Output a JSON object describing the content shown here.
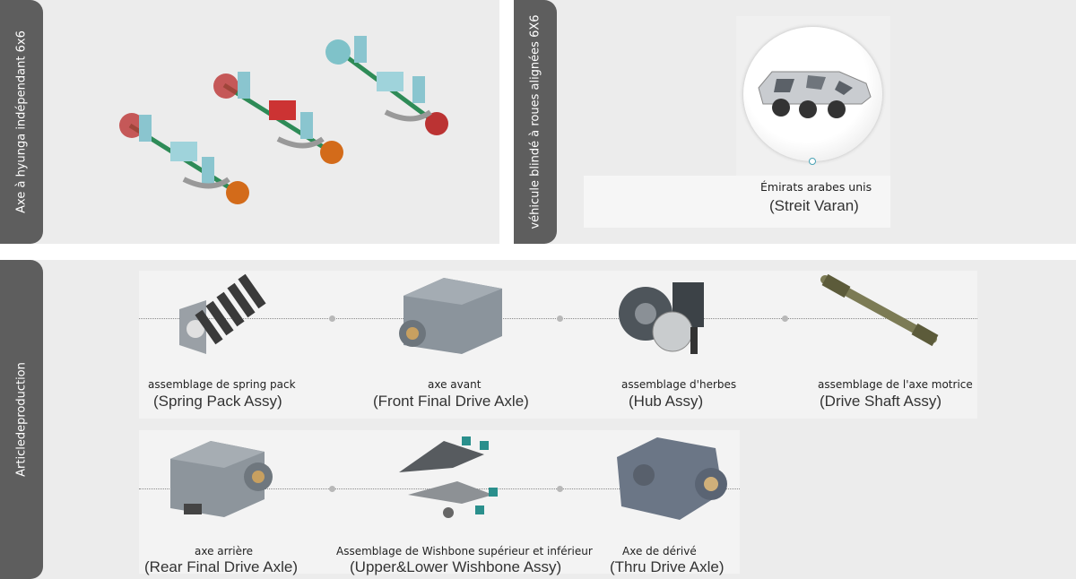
{
  "top_left": {
    "tab_label": "Axe à hyunga indépendant 6x6"
  },
  "top_right": {
    "tab_label": "véhicule blindé à roues alignées 6X6",
    "vehicle_country": "Émirats arabes unis",
    "vehicle_name": "(Streit Varan)"
  },
  "production": {
    "tab_label": "Articledeproduction",
    "row1": [
      {
        "fr": "assemblage de spring pack",
        "en": "(Spring Pack Assy)"
      },
      {
        "fr": "axe avant",
        "en": "(Front Final Drive Axle)"
      },
      {
        "fr": "assemblage d'herbes",
        "en": "(Hub Assy)"
      },
      {
        "fr": "assemblage de l'axe motrice",
        "en": "(Drive Shaft Assy)"
      }
    ],
    "row2": [
      {
        "fr": "axe arrière",
        "en": "(Rear Final Drive Axle)"
      },
      {
        "fr": "Assemblage de Wishbone supérieur et inférieur",
        "en": "(Upper&Lower Wishbone Assy)"
      },
      {
        "fr": "Axe de dérivé",
        "en": "(Thru Drive Axle)"
      }
    ]
  }
}
